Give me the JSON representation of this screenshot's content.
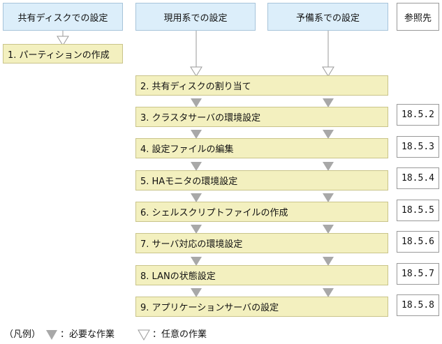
{
  "headers": {
    "shared_disk": "共有ディスクでの設定",
    "active": "現用系での設定",
    "standby": "予備系での設定",
    "reference": "参照先"
  },
  "partition_step": "1. パーティションの作成",
  "steps": [
    {
      "label": "2. 共有ディスクの割り当て",
      "ref": ""
    },
    {
      "label": "3. クラスタサーバの環境設定",
      "ref": "18.5.2"
    },
    {
      "label": "4. 設定ファイルの編集",
      "ref": "18.5.3"
    },
    {
      "label": "5. HAモニタの環境設定",
      "ref": "18.5.4"
    },
    {
      "label": "6. シェルスクリプトファイルの作成",
      "ref": "18.5.5"
    },
    {
      "label": "7. サーバ対応の環境設定",
      "ref": "18.5.6"
    },
    {
      "label": "8. LANの状態設定",
      "ref": "18.5.7"
    },
    {
      "label": "9. アプリケーションサーバの設定",
      "ref": "18.5.8"
    }
  ],
  "legend": {
    "prefix": "（凡例）",
    "required": "：必要な作業",
    "optional": "：任意の作業"
  },
  "colors": {
    "header_bg": "#dceefa",
    "step_bg": "#f3f0bf",
    "required_arrow": "#a8a8a8",
    "line": "#9a9a9a"
  }
}
